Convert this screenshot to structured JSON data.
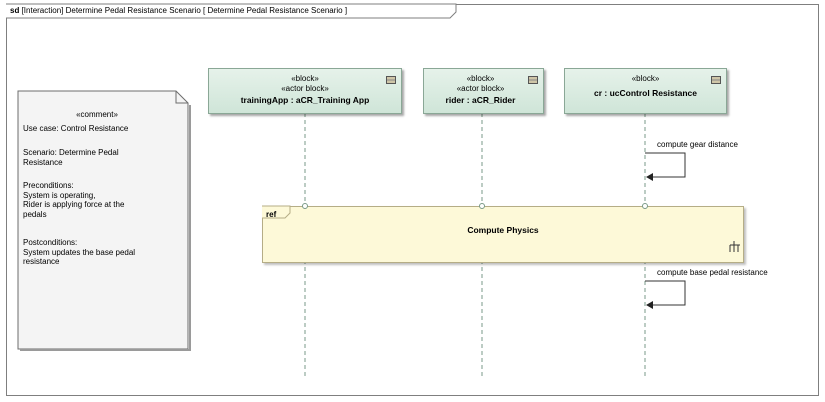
{
  "frame": {
    "kind": "sd",
    "title": "[Interaction] Determine Pedal Resistance Scenario [ Determine Pedal Resistance Scenario ]"
  },
  "comment": {
    "stereotype": "«comment»",
    "lines": [
      "Use case: Control Resistance",
      "",
      "Scenario: Determine Pedal",
      "Resistance",
      "",
      "Preconditions:",
      "System is operating,",
      "Rider is applying force at the",
      "pedals",
      "",
      "Postconditions:",
      "System updates the base pedal",
      "resistance"
    ]
  },
  "lifelines": [
    {
      "stereotypes": [
        "«block»",
        "«actor block»"
      ],
      "name": "trainingApp : aCR_Training App"
    },
    {
      "stereotypes": [
        "«block»",
        "«actor block»"
      ],
      "name": "rider : aCR_Rider"
    },
    {
      "stereotypes": [
        "«block»"
      ],
      "name": "cr : ucControl Resistance"
    }
  ],
  "messages": [
    {
      "label": "compute gear distance",
      "from": "cr : ucControl Resistance",
      "to": "cr : ucControl Resistance"
    },
    {
      "label": "compute base pedal resistance",
      "from": "cr : ucControl Resistance",
      "to": "cr : ucControl Resistance"
    }
  ],
  "interaction_use": {
    "tag": "ref",
    "title": "Compute Physics"
  }
}
